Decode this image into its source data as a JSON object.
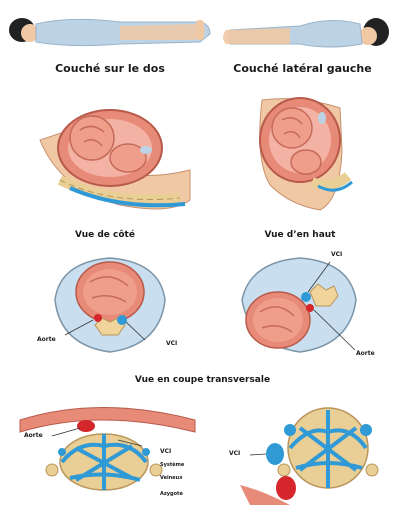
{
  "captions": {
    "supine": "Couché sur le dos",
    "left_lateral": "Couché latéral gauche",
    "side_view": "Vue de côté",
    "top_view": "Vue d’en haut",
    "cross_section": "Vue en coupe transversale"
  },
  "labels": {
    "aorta_1": "Aorte",
    "vci_1": "VCI",
    "vci_2": "VCI",
    "aorta_2": "Aorte",
    "aorta_3": "Aorte",
    "vci_3": "VCI",
    "venous_system_1": "Système",
    "venous_system_2": "Veineux",
    "azygos": "Azygote",
    "vci_4": "VCI"
  },
  "colors": {
    "gown": "#bcd3e6",
    "skin": "#f0c8a4",
    "hair": "#222222",
    "uterus": "#e78a78",
    "fetus": "#ef9e8b",
    "cavity": "#c9dff0",
    "vein": "#2f9ad6",
    "artery": "#d4262b",
    "spine": "#f0d49a",
    "bone": "#e9cf96"
  }
}
